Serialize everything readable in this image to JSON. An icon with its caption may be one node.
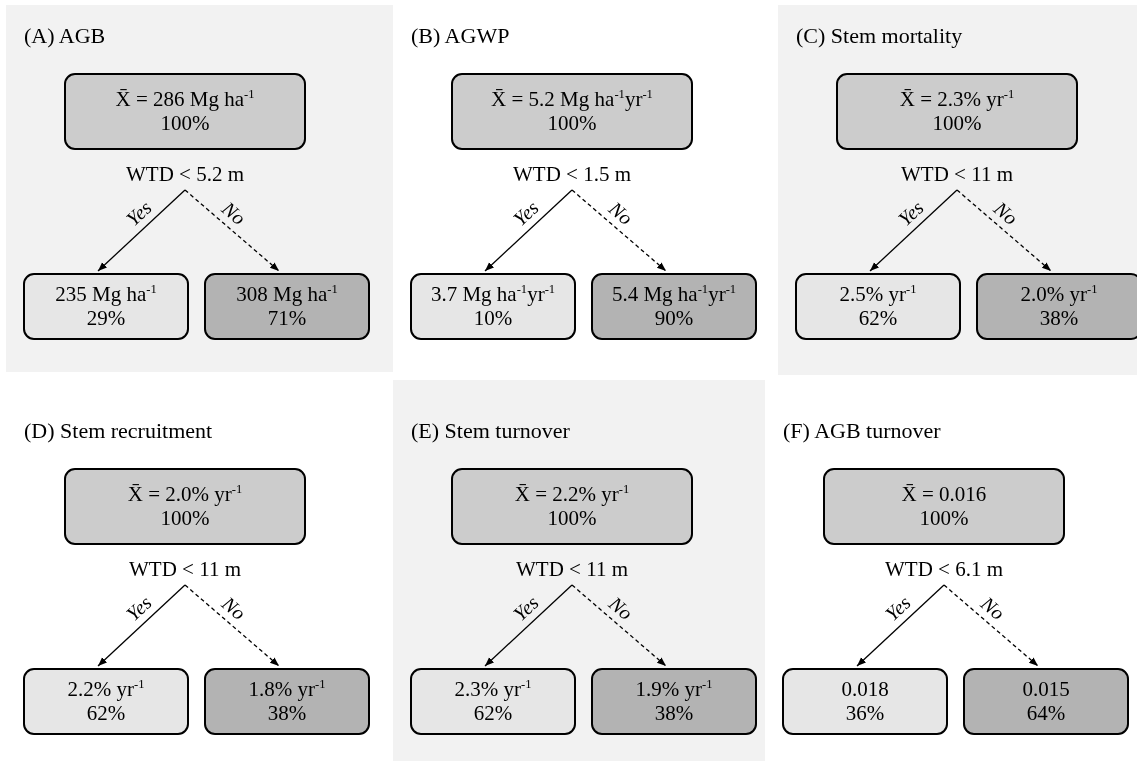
{
  "diagram": {
    "nodes": [
      {
        "text": [
          "(A) AGB"
        ]
      },
      {
        "text": [
          "X̄ = 286 Mg ha$^{-1}$",
          "100%"
        ],
        "in": 0
      },
      {
        "text": [
          "WTD < 5.2 m"
        ],
        "in": 0
      },
      {
        "text": [
          "235 Mg ha$^{-1}$",
          "29%"
        ],
        "in": 0
      },
      {
        "text": [
          "308 Mg ha$^{-1}$",
          "71%"
        ],
        "in": 0
      },
      {
        "text": [
          "(B) AGWP"
        ]
      },
      {
        "text": [
          "X̄ = 5.2 Mg ha$^{-1}$yr$^{-1}$",
          "100%"
        ],
        "in": 5
      },
      {
        "text": [
          "WTD < 1.5 m"
        ],
        "in": 5
      },
      {
        "text": [
          "3.7 Mg ha$^{-1}$yr$^{-1}$",
          "10%"
        ],
        "in": 5
      },
      {
        "text": [
          "5.4 Mg ha$^{-1}$yr$^{-1}$",
          "90%"
        ],
        "in": 5
      },
      {
        "text": [
          "(C) Stem mortality"
        ]
      },
      {
        "text": [
          "X̄ = 2.3% yr$^{-1}$",
          "100%"
        ],
        "in": 10
      },
      {
        "text": [
          "WTD < 11 m"
        ],
        "in": 10
      },
      {
        "text": [
          "2.5% yr$^{-1}$",
          "62%"
        ],
        "in": 10
      },
      {
        "text": [
          "2.0% yr$^{-1}$",
          "38%"
        ],
        "in": 10
      },
      {
        "text": [
          "(D) Stem recruitment"
        ]
      },
      {
        "text": [
          "X̄ = 2.0% yr$^{-1}$",
          "100%"
        ],
        "in": 15
      },
      {
        "text": [
          "WTD < 11 m"
        ],
        "in": 15
      },
      {
        "text": [
          "2.2% yr$^{-1}$",
          "62%"
        ],
        "in": 15
      },
      {
        "text": [
          "1.8% yr$^{-1}$",
          "38%"
        ],
        "in": 15
      },
      {
        "text": [
          "(E) Stem turnover"
        ]
      },
      {
        "text": [
          "X̄ = 2.2% yr$^{-1}$",
          "100%"
        ],
        "in": 20
      },
      {
        "text": [
          "WTD < 11 m"
        ],
        "in": 20
      },
      {
        "text": [
          "2.3% yr$^{-1}$",
          "62%"
        ],
        "in": 20
      },
      {
        "text": [
          "1.9% yr$^{-1}$",
          "38%"
        ],
        "in": 20
      },
      {
        "text": [
          "(F) AGB turnover"
        ]
      },
      {
        "text": [
          "X̄ = 0.016",
          "100%"
        ],
        "in": 25
      },
      {
        "text": [
          "WTD < 6.1 m"
        ],
        "in": 25
      },
      {
        "text": [
          "0.018",
          "36%"
        ],
        "in": 25
      },
      {
        "text": [
          "0.015",
          "64%"
        ],
        "in": 25
      }
    ],
    "edges": [
      {
        "from": 2,
        "to": 3,
        "arrow": "to",
        "label": "Yes"
      },
      {
        "from": 2,
        "to": 4,
        "arrow": "to",
        "label": "No",
        "style": "dashed"
      },
      {
        "from": 7,
        "to": 8,
        "arrow": "to",
        "label": "Yes"
      },
      {
        "from": 7,
        "to": 9,
        "arrow": "to",
        "label": "No",
        "style": "dashed"
      },
      {
        "from": 12,
        "to": 13,
        "arrow": "to",
        "label": "Yes"
      },
      {
        "from": 12,
        "to": 14,
        "arrow": "to",
        "label": "No",
        "style": "dashed"
      },
      {
        "from": 17,
        "to": 18,
        "arrow": "to",
        "label": "Yes"
      },
      {
        "from": 17,
        "to": 19,
        "arrow": "to",
        "label": "No",
        "style": "dashed"
      },
      {
        "from": 22,
        "to": 23,
        "arrow": "to",
        "label": "Yes"
      },
      {
        "from": 22,
        "to": 24,
        "arrow": "to",
        "label": "No",
        "style": "dashed"
      },
      {
        "from": 27,
        "to": 28,
        "arrow": "to",
        "label": "Yes"
      },
      {
        "from": 27,
        "to": 29,
        "arrow": "to",
        "label": "No",
        "style": "dashed"
      }
    ]
  }
}
